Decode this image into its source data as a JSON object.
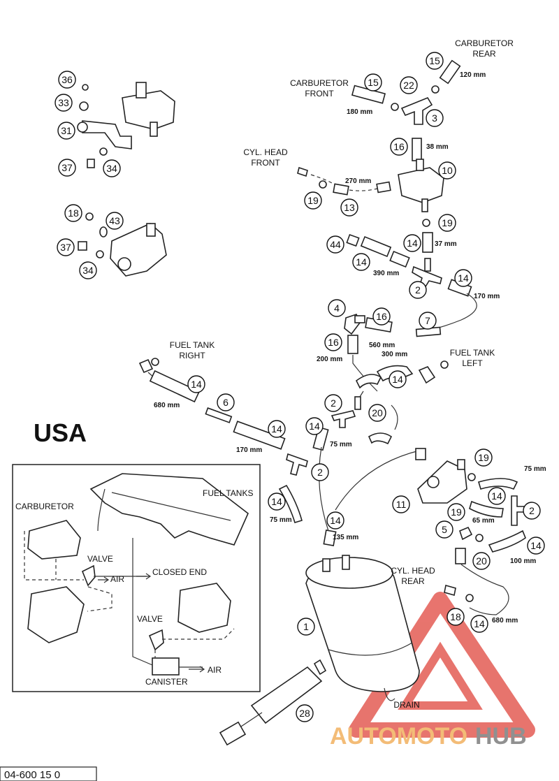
{
  "diagram": {
    "region_label": "USA",
    "drawing_code": "04-600 15 0",
    "watermark": {
      "part1": "AUTOMOTO",
      "part2": "HUB",
      "color_red": "#e0463d",
      "color_orange": "#f0a64a",
      "color_grey": "#6b6b6b"
    },
    "location_labels": {
      "carb_rear": "CARBURETOR\nREAR",
      "carb_front": "CARBURETOR\nFRONT",
      "cyl_head_front": "CYL. HEAD\nFRONT",
      "fuel_tank_right": "FUEL TANK\nRIGHT",
      "fuel_tank_left": "FUEL TANK\nLEFT",
      "cyl_head_rear": "CYL. HEAD\nREAR",
      "drain": "DRAIN"
    },
    "lengths": {
      "l120": "120 mm",
      "l180": "180 mm",
      "l38": "38 mm",
      "l270": "270 mm",
      "l37": "37 mm",
      "l390": "390 mm",
      "l170a": "170 mm",
      "l560": "560 mm",
      "l300": "300 mm",
      "l200": "200 mm",
      "l680a": "680 mm",
      "l170b": "170 mm",
      "l75a": "75 mm",
      "l75b": "75 mm",
      "l135": "135 mm",
      "l75c": "75 mm",
      "l65": "65 mm",
      "l100": "100 mm",
      "l680b": "680 mm"
    },
    "part_numbers": {
      "p15a": "15",
      "p15b": "15",
      "p22": "22",
      "p3": "3",
      "p16a": "16",
      "p10": "10",
      "p19a": "19",
      "p13": "13",
      "p19b": "19",
      "p14a": "14",
      "p44": "44",
      "p14b": "14",
      "p2a": "2",
      "p14c": "14",
      "p4": "4",
      "p16b": "16",
      "p7": "7",
      "p16c": "16",
      "p14d": "14",
      "p14e": "14",
      "p6": "6",
      "p2b": "2",
      "p20a": "20",
      "p14f": "14",
      "p14g": "14",
      "p2c": "2",
      "p14h": "14",
      "p14i": "14",
      "p19c": "19",
      "p11": "11",
      "p14j": "14",
      "p19d": "19",
      "p2d": "2",
      "p5": "5",
      "p20b": "20",
      "p14k": "14",
      "p18a": "18",
      "p14l": "14",
      "p1": "1",
      "p28": "28",
      "p36": "36",
      "p33": "33",
      "p31": "31",
      "p37a": "37",
      "p34a": "34",
      "p18b": "18",
      "p43": "43",
      "p37b": "37",
      "p34b": "34"
    },
    "schematic": {
      "carburetor": "CARBURETOR",
      "fuel_tanks": "FUEL TANKS",
      "valve_top": "VALVE",
      "air_top": "AIR",
      "closed_end": "CLOSED END",
      "valve_bottom": "VALVE",
      "air_bottom": "AIR",
      "canister": "CANISTER"
    }
  }
}
